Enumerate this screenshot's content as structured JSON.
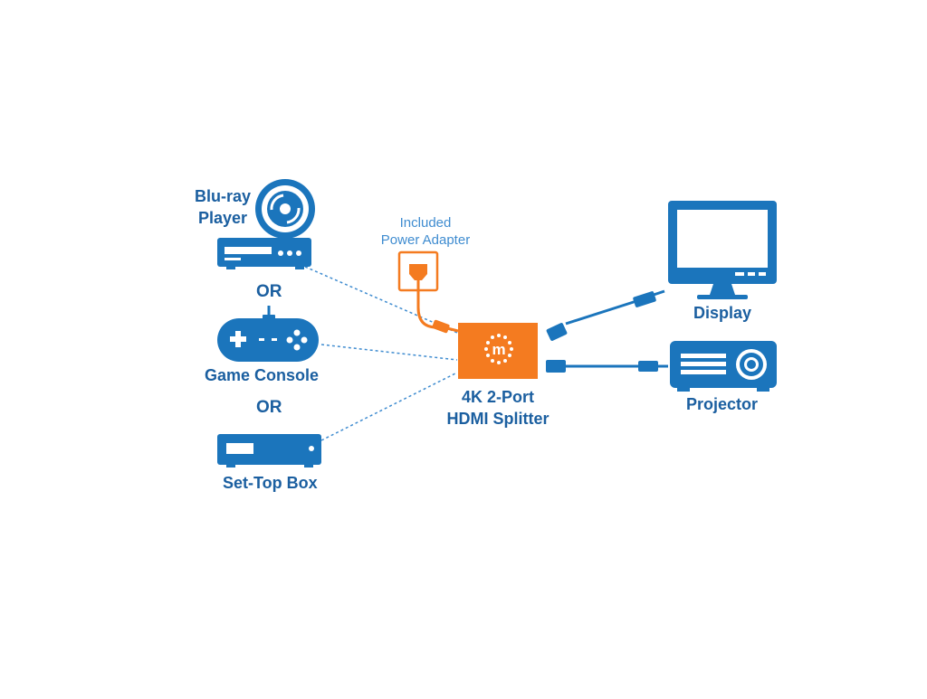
{
  "sources": {
    "bluray": {
      "line1": "Blu-ray",
      "line2": "Player"
    },
    "or_1": "OR",
    "game_console": "Game Console",
    "or_2": "OR",
    "set_top_box": "Set-Top Box"
  },
  "power_adapter": {
    "line1": "Included",
    "line2": "Power Adapter"
  },
  "splitter": {
    "line1": "4K 2-Port",
    "line2": "HDMI Splitter",
    "logo_letter": "m"
  },
  "outputs": {
    "display": "Display",
    "projector": "Projector"
  },
  "colors": {
    "blue": "#1b75bc",
    "dark_blue": "#1b5fa0",
    "light_blue": "#3f8cd0",
    "orange": "#f47b20",
    "white": "#ffffff"
  },
  "icons": [
    "bluray-disc-icon",
    "bluray-player-icon",
    "gamepad-icon",
    "set-top-box-icon",
    "power-adapter-icon",
    "splitter-icon",
    "display-icon",
    "projector-icon"
  ]
}
